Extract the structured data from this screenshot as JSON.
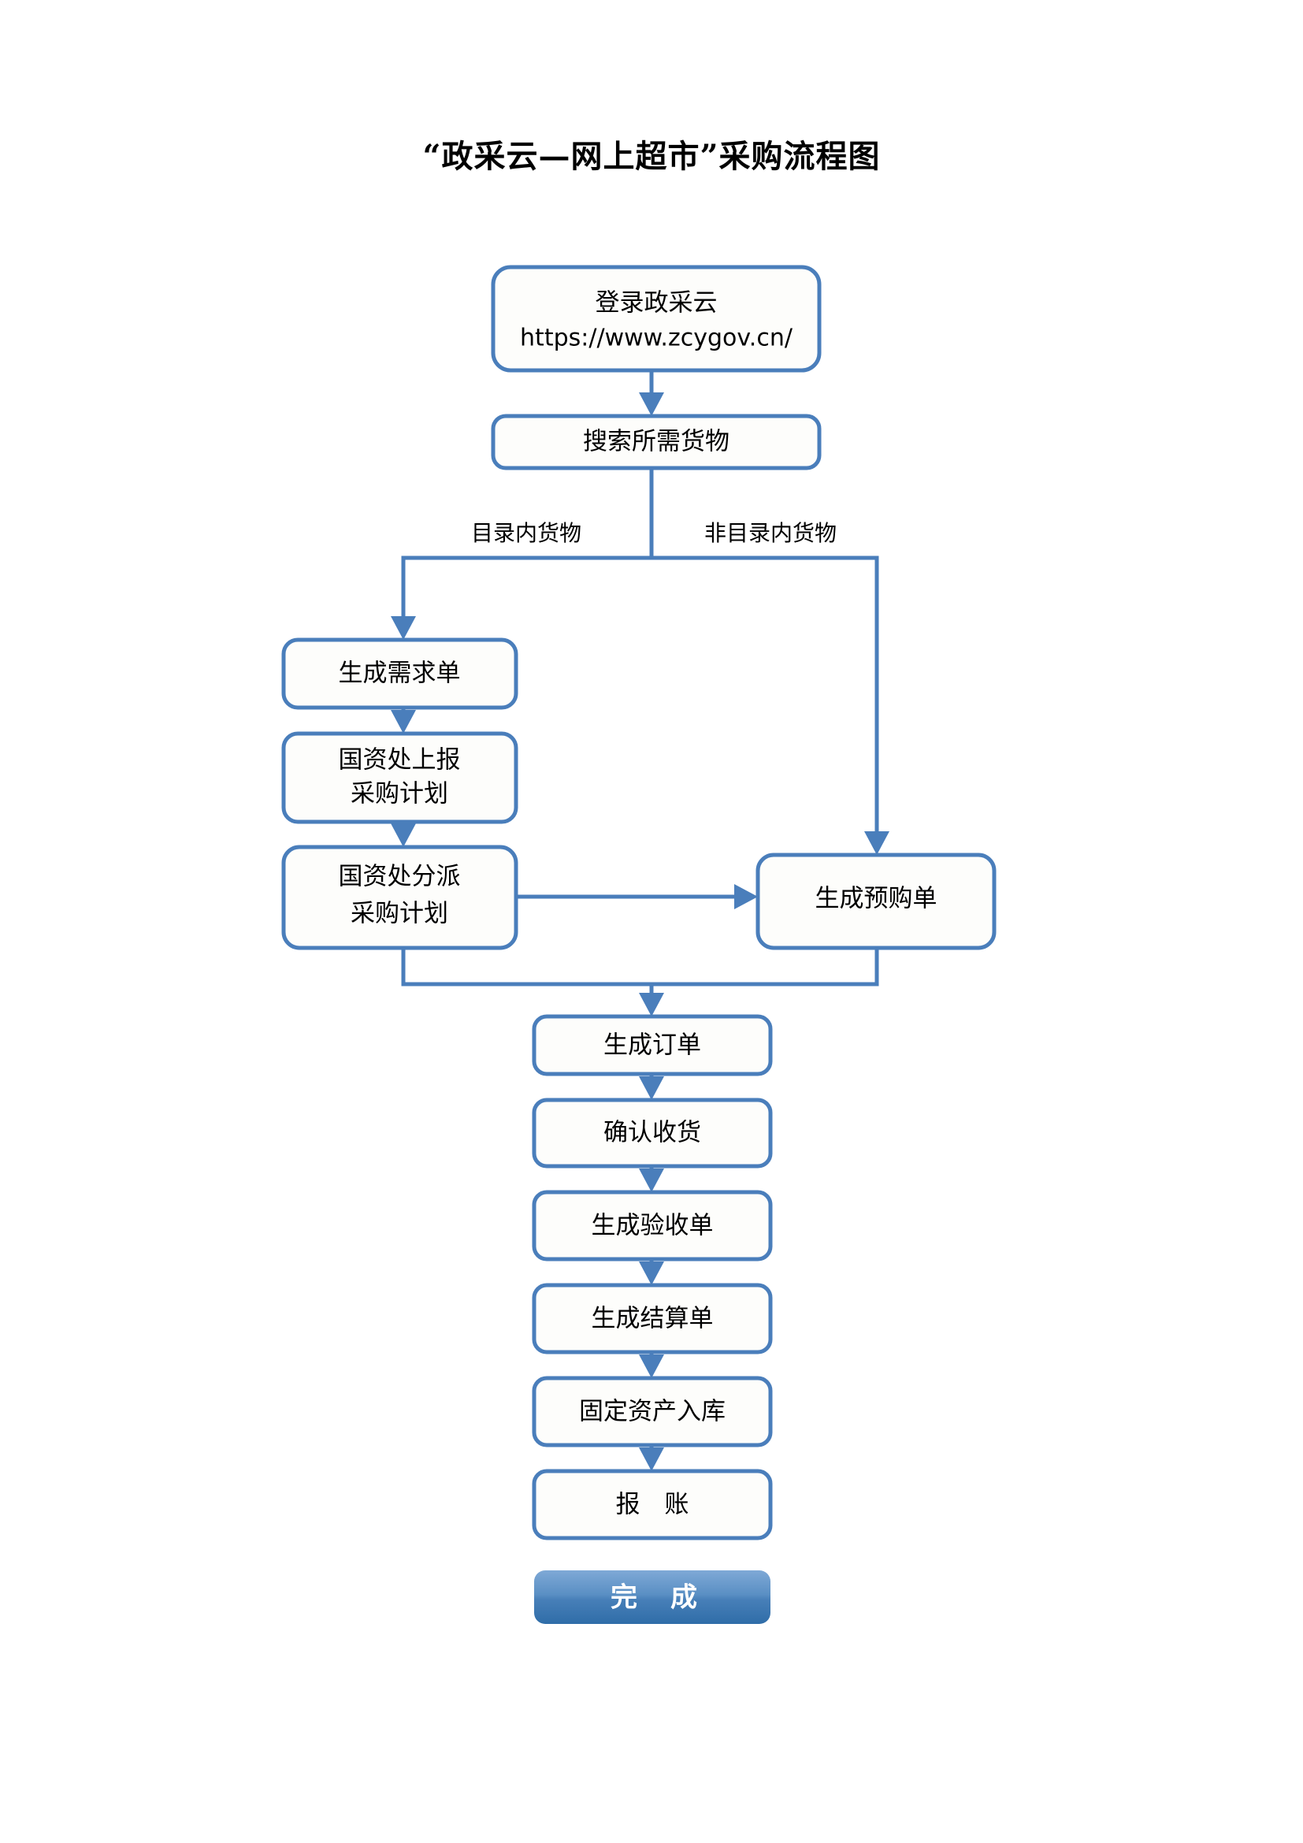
{
  "document": {
    "title": "“政采云—网上超市”采购流程图",
    "colors": {
      "node_border": "#4A7EBB",
      "node_fill": "#FDFDFB",
      "connector": "#4A7EBB",
      "finish_button_top": "#6699CC",
      "finish_button_bottom": "#2E6DA8",
      "text": "#000000"
    }
  },
  "flowchart": {
    "type": "flowchart",
    "nodes": [
      {
        "id": "login",
        "label_line1": "登录政采云",
        "label_line2": "https://www.zcygov.cn/",
        "shape": "rounded-rect"
      },
      {
        "id": "search",
        "label_line1": "搜索所需货物",
        "label_line2": "",
        "shape": "rounded-rect"
      },
      {
        "id": "demand",
        "label_line1": "生成需求单",
        "label_line2": "",
        "shape": "rounded-rect"
      },
      {
        "id": "report-plan",
        "label_line1": "国资处上报",
        "label_line2": "采购计划",
        "shape": "rounded-rect"
      },
      {
        "id": "assign-plan",
        "label_line1": "国资处分派",
        "label_line2": "采购计划",
        "shape": "rounded-rect"
      },
      {
        "id": "preorder",
        "label_line1": "生成预购单",
        "label_line2": "",
        "shape": "rounded-rect"
      },
      {
        "id": "order",
        "label_line1": "生成订单",
        "label_line2": "",
        "shape": "rounded-rect"
      },
      {
        "id": "confirm",
        "label_line1": "确认收货",
        "label_line2": "",
        "shape": "rounded-rect"
      },
      {
        "id": "acceptance",
        "label_line1": "生成验收单",
        "label_line2": "",
        "shape": "rounded-rect"
      },
      {
        "id": "settlement",
        "label_line1": "生成结算单",
        "label_line2": "",
        "shape": "rounded-rect"
      },
      {
        "id": "asset-entry",
        "label_line1": "固定资产入库",
        "label_line2": "",
        "shape": "rounded-rect"
      },
      {
        "id": "reimburse",
        "label_line1": "报　账",
        "label_line2": "",
        "shape": "rounded-rect"
      },
      {
        "id": "finish",
        "label_line1": "完　成",
        "label_line2": "",
        "shape": "button"
      }
    ],
    "edge_labels": [
      {
        "id": "in-catalog",
        "text": "目录内货物"
      },
      {
        "id": "out-of-catalog",
        "text": "非目录内货物"
      }
    ],
    "edges": [
      {
        "from": "login",
        "to": "search"
      },
      {
        "from": "search",
        "to": "demand",
        "label": "目录内货物"
      },
      {
        "from": "search",
        "to": "preorder",
        "label": "非目录内货物"
      },
      {
        "from": "demand",
        "to": "report-plan"
      },
      {
        "from": "report-plan",
        "to": "assign-plan"
      },
      {
        "from": "assign-plan",
        "to": "preorder"
      },
      {
        "from": "assign-plan",
        "to": "order"
      },
      {
        "from": "preorder",
        "to": "order"
      },
      {
        "from": "order",
        "to": "confirm"
      },
      {
        "from": "confirm",
        "to": "acceptance"
      },
      {
        "from": "acceptance",
        "to": "settlement"
      },
      {
        "from": "settlement",
        "to": "asset-entry"
      },
      {
        "from": "asset-entry",
        "to": "reimburse"
      }
    ]
  }
}
